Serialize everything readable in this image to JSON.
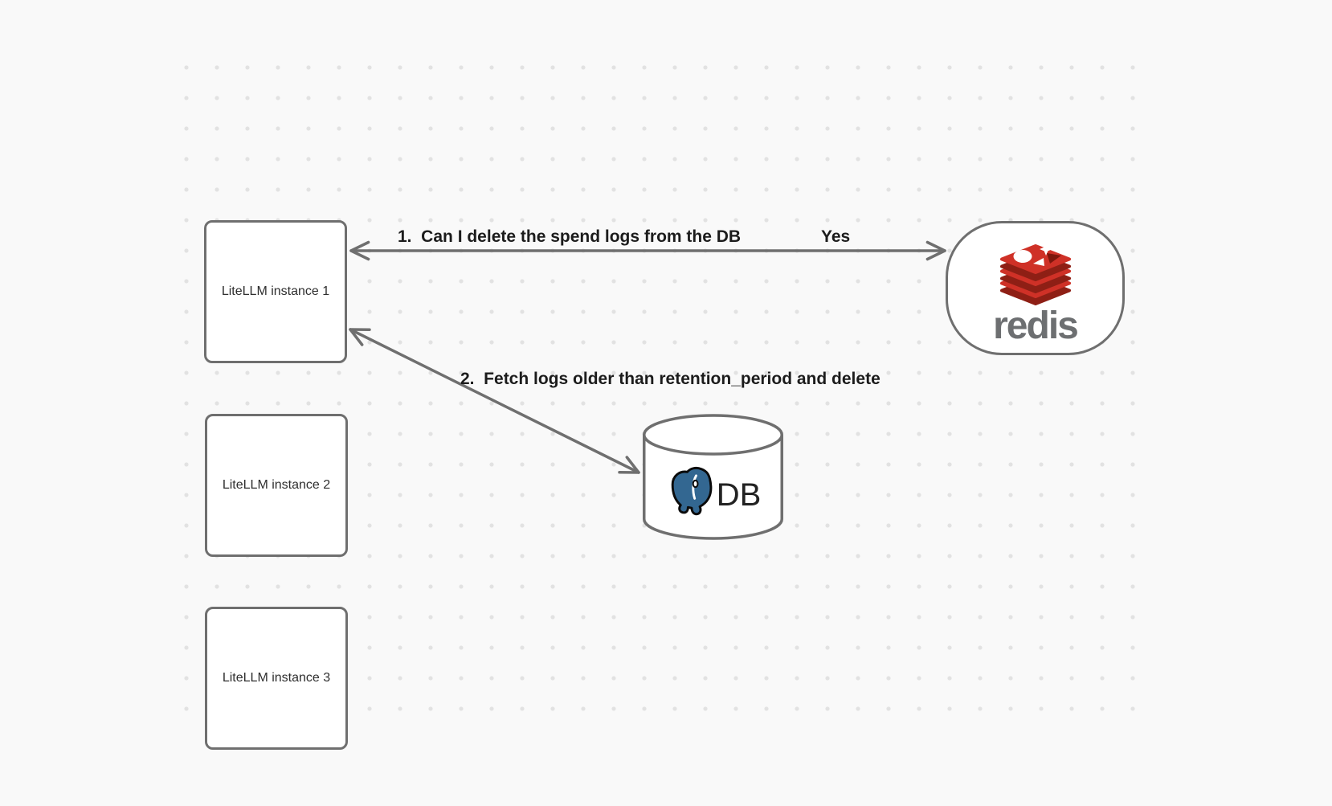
{
  "nodes": {
    "instance1": {
      "label": "LiteLLM instance 1"
    },
    "instance2": {
      "label": "LiteLLM instance 2"
    },
    "instance3": {
      "label": "LiteLLM instance 3"
    },
    "redis": {
      "wordmark": "redis"
    },
    "db": {
      "label": "DB"
    }
  },
  "arrows": {
    "redis_arrow": {
      "label": "1.  Can I delete the spend logs from the DB",
      "response": "Yes"
    },
    "db_arrow": {
      "label": "2.  Fetch logs older than retention_period and delete"
    }
  },
  "colors": {
    "background": "#f9f9f9",
    "dot": "#e2e2e2",
    "stroke": "#6f6f6f",
    "label_text": "#1c1c1c",
    "node_text": "#2e2e2e",
    "redis_red": "#cf3127",
    "redis_dark_red": "#8e1f15",
    "redis_wordmark_gray": "#6d6f71",
    "postgres_blue": "#336791",
    "db_text": "#222222"
  }
}
